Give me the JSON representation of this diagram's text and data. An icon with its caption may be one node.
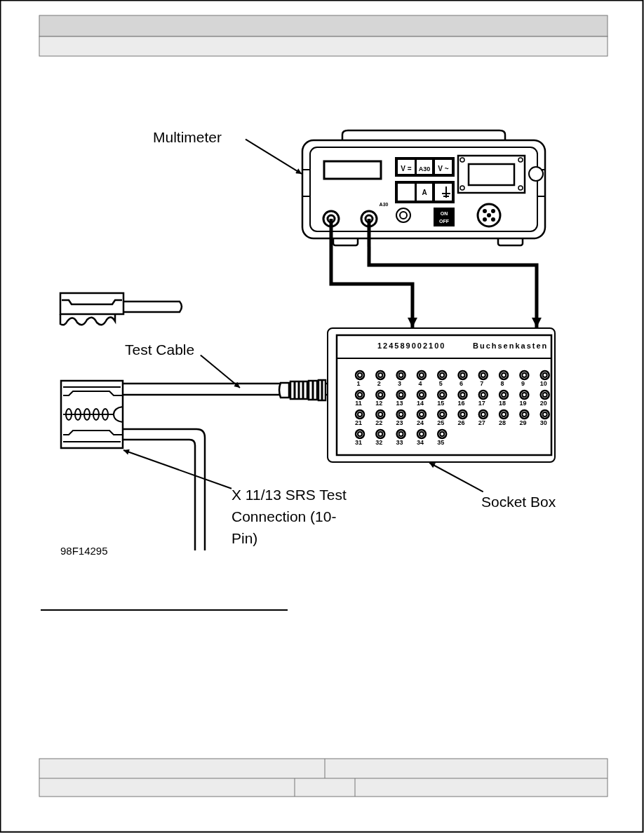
{
  "diagram": {
    "nodes": [
      {
        "text": [
          "Multimeter"
        ]
      },
      {
        "text": [],
        "shape": "picture"
      },
      {
        "text": [
          "124589002100",
          "Buchsenkasten"
        ]
      },
      {
        "text": [
          "Test Cable"
        ]
      },
      {
        "text": [
          "Socket Box"
        ]
      },
      {
        "text": [],
        "shape": "picture"
      },
      {
        "text": [
          "X 11/13 SRS Test Connection (10-Pin)"
        ]
      }
    ],
    "edges": [
      {
        "from": 0,
        "to": 1,
        "arrow": "to"
      },
      {
        "from": 1,
        "to": 2,
        "arrow": "to",
        "style": "thick"
      },
      {
        "from": 1,
        "to": 2,
        "arrow": "to",
        "style": "thick"
      },
      {
        "from": 3,
        "to": null,
        "arrow": "to"
      },
      {
        "from": 5,
        "to": 2,
        "arrow": "none"
      },
      {
        "from": 6,
        "to": 5,
        "arrow": "to"
      },
      {
        "from": 4,
        "to": 2,
        "arrow": "to"
      }
    ],
    "labels": [
      "V =",
      "A30",
      "V ~",
      "A",
      "A30",
      "ON",
      "OFF",
      "1",
      "2",
      "3",
      "4",
      "5",
      "6",
      "7",
      "8",
      "9",
      "10",
      "11",
      "12",
      "13",
      "14",
      "15",
      "16",
      "17",
      "18",
      "19",
      "20",
      "21",
      "22",
      "23",
      "24",
      "25",
      "26",
      "27",
      "28",
      "29",
      "30",
      "31",
      "32",
      "33",
      "34",
      "35",
      "98F14295"
    ]
  }
}
